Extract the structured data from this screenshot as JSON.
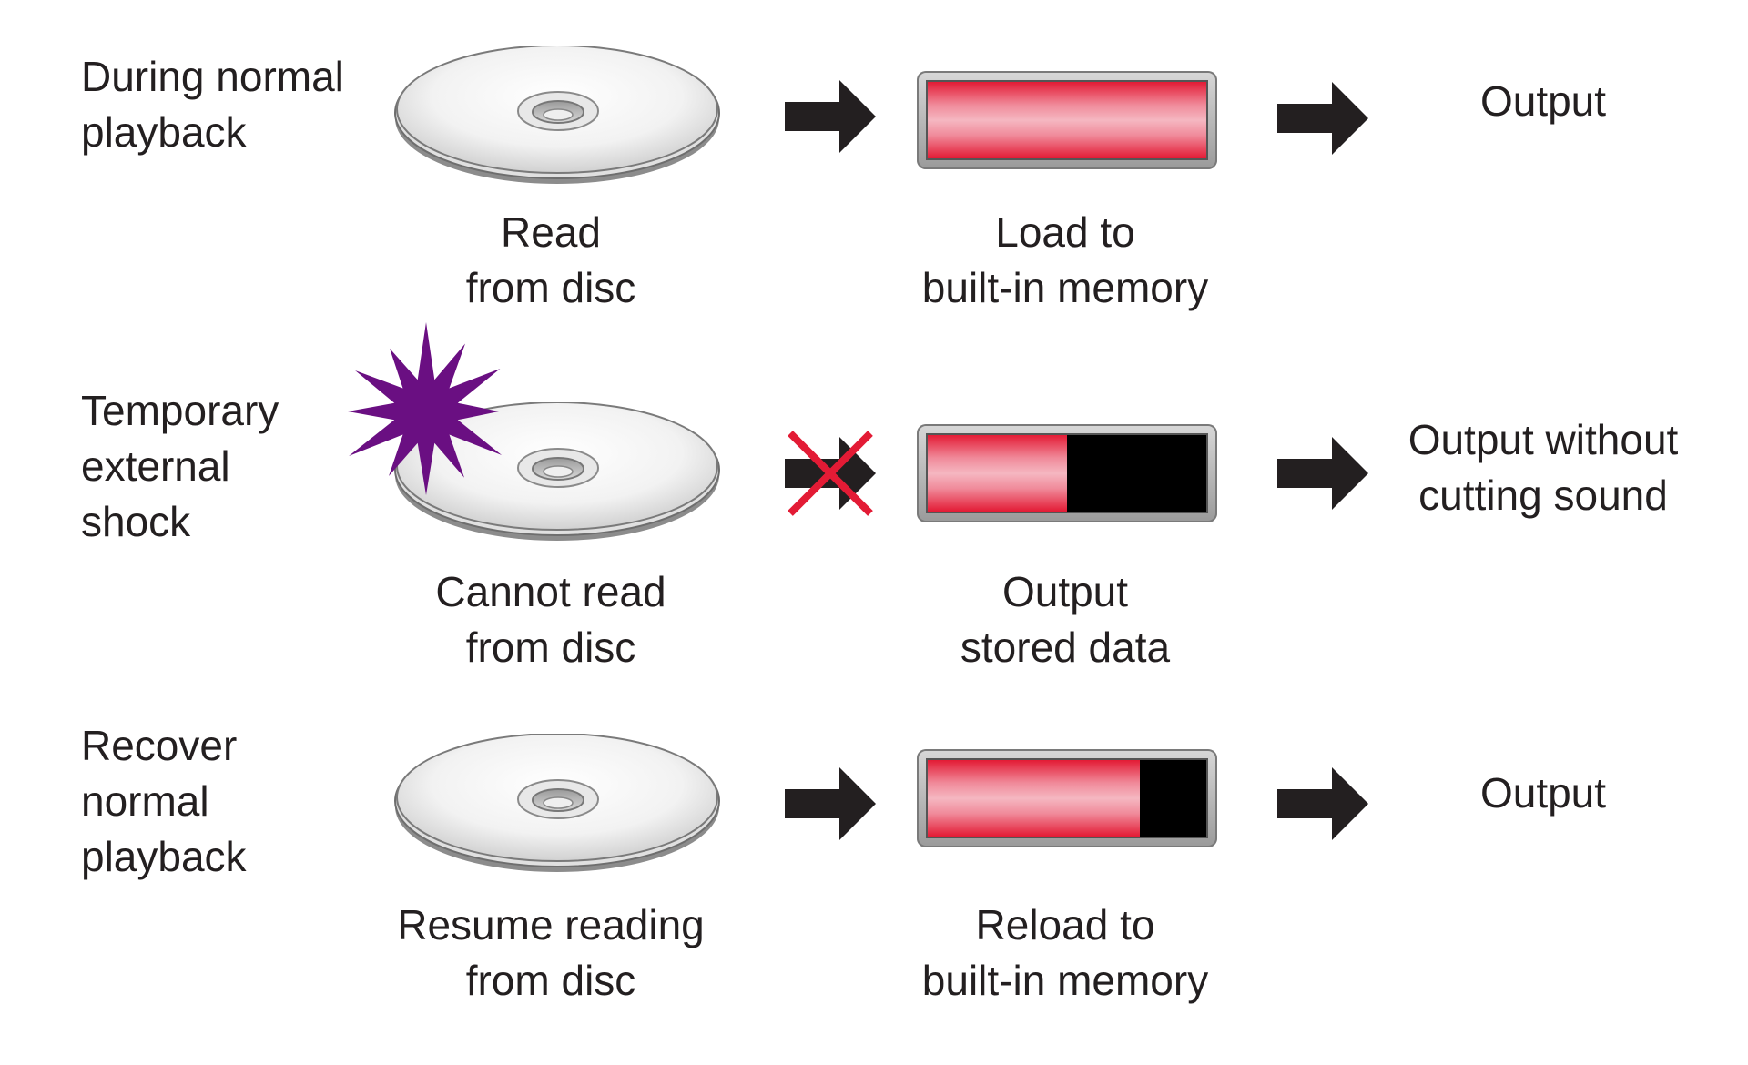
{
  "rows": [
    {
      "label": "During normal\nplayback",
      "disc_caption": "Read\nfrom disc",
      "memory_caption": "Load to\nbuilt-in memory",
      "memory_fill_fraction": 1.0,
      "output_caption": "Output"
    },
    {
      "label": "Temporary\nexternal\nshock",
      "disc_caption": "Cannot read\nfrom disc",
      "memory_caption": "Output\nstored data",
      "memory_fill_fraction": 0.5,
      "output_caption": "Output without\ncutting sound"
    },
    {
      "label": "Recover\nnormal\nplayback",
      "disc_caption": "Resume reading\nfrom disc",
      "memory_caption": "Reload to\nbuilt-in memory",
      "memory_fill_fraction": 0.76,
      "output_caption": "Output"
    }
  ],
  "colors": {
    "arrow": "#231f20",
    "memory_fill": "#e31b35",
    "memory_empty": "#000000",
    "shock_burst": "#6a0f82",
    "blocked_x": "#e31b35"
  },
  "icons": {
    "disc": "disc-icon",
    "arrow": "right-arrow-icon",
    "shock": "shock-burst-icon",
    "blocked": "blocked-x-icon"
  }
}
